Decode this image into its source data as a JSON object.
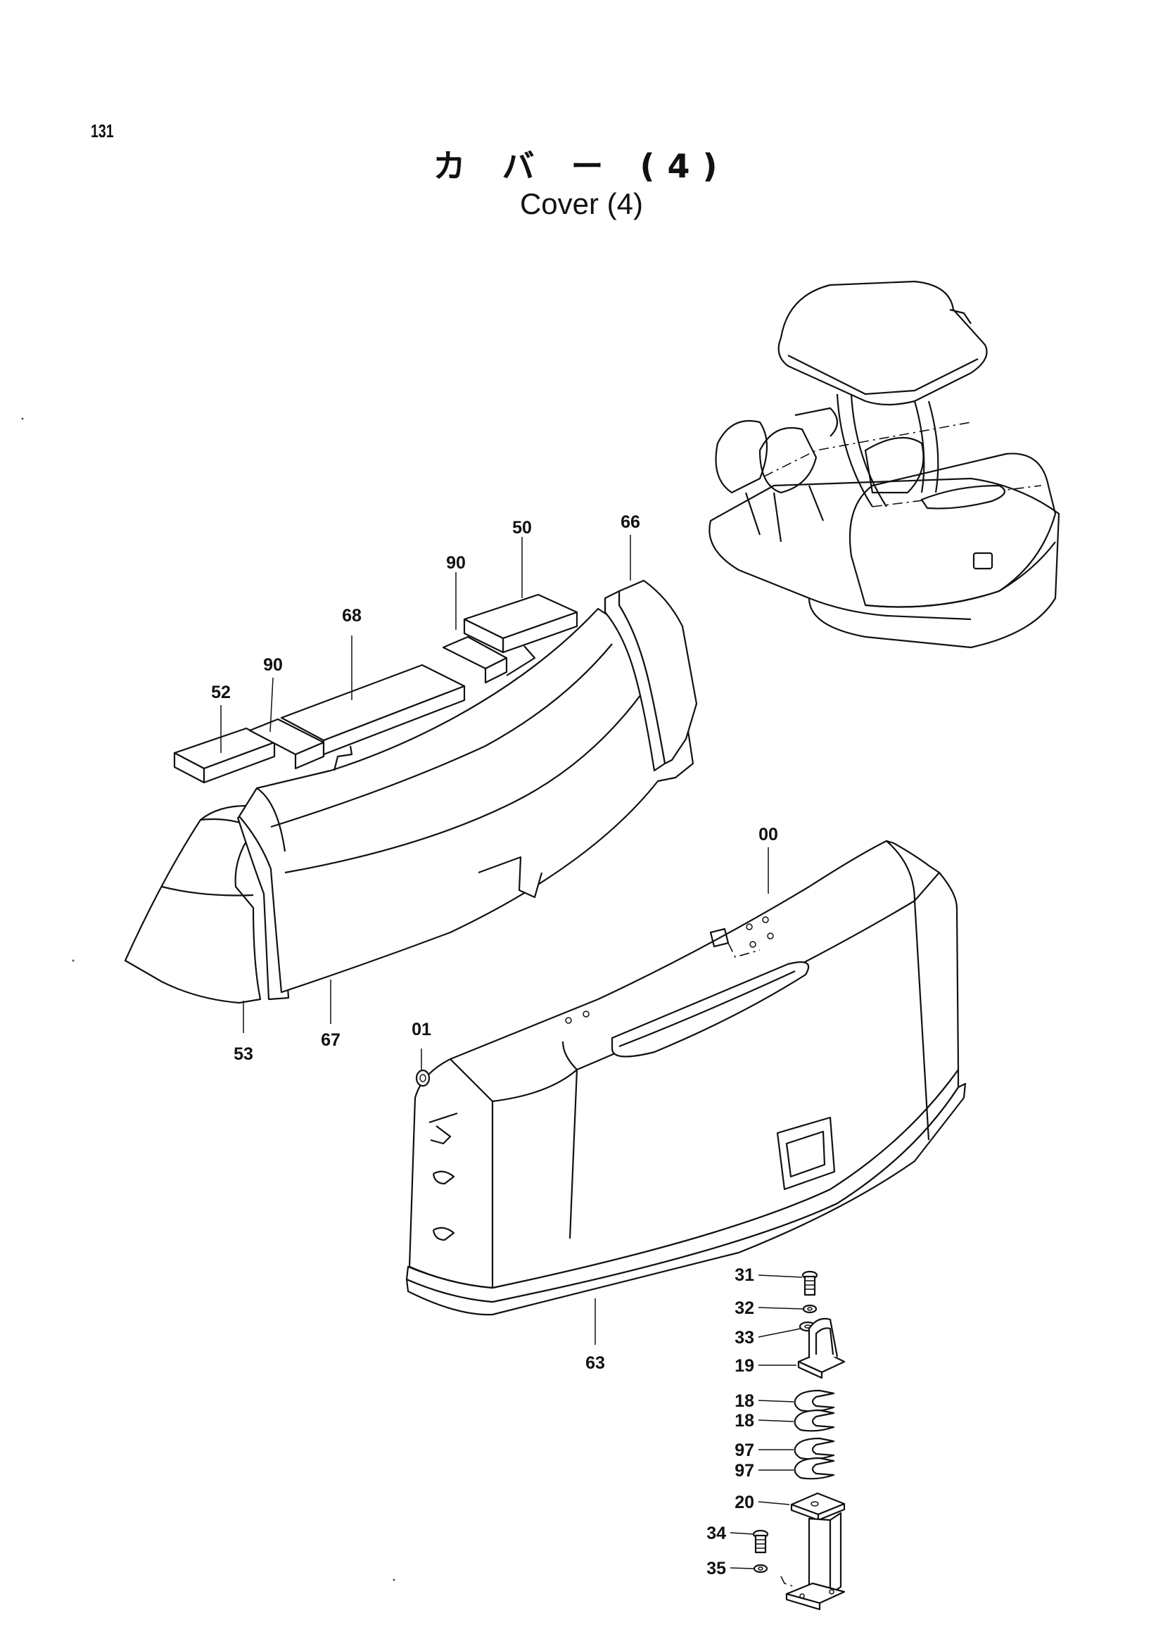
{
  "page": {
    "number": "131",
    "title_jp": "カ バ ー (4)",
    "title_en": "Cover (4)"
  },
  "callouts": [
    {
      "id": "c52",
      "text": "52"
    },
    {
      "id": "c90a",
      "text": "90"
    },
    {
      "id": "c68",
      "text": "68"
    },
    {
      "id": "c90b",
      "text": "90"
    },
    {
      "id": "c50",
      "text": "50"
    },
    {
      "id": "c66",
      "text": "66"
    },
    {
      "id": "c53",
      "text": "53"
    },
    {
      "id": "c67",
      "text": "67"
    },
    {
      "id": "c00",
      "text": "00"
    },
    {
      "id": "c01",
      "text": "01"
    },
    {
      "id": "c63",
      "text": "63"
    },
    {
      "id": "c31",
      "text": "31"
    },
    {
      "id": "c32",
      "text": "32"
    },
    {
      "id": "c33",
      "text": "33"
    },
    {
      "id": "c19",
      "text": "19"
    },
    {
      "id": "c18a",
      "text": "18"
    },
    {
      "id": "c18b",
      "text": "18"
    },
    {
      "id": "c97a",
      "text": "97"
    },
    {
      "id": "c97b",
      "text": "97"
    },
    {
      "id": "c20",
      "text": "20"
    },
    {
      "id": "c34",
      "text": "34"
    },
    {
      "id": "c35",
      "text": "35"
    }
  ]
}
